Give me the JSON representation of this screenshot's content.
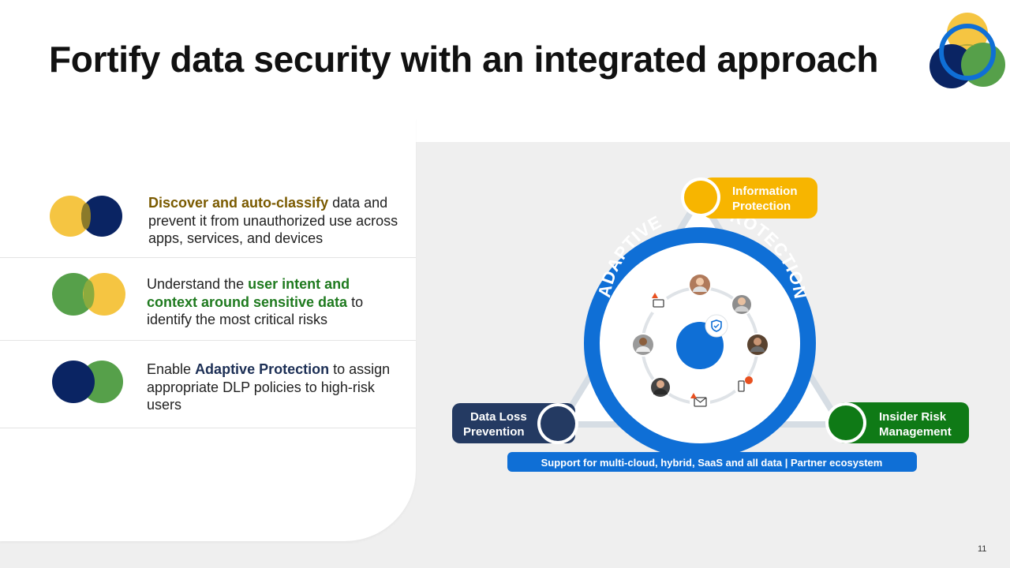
{
  "title": "Fortify data security with an integrated approach",
  "colors": {
    "gold": "#f5c542",
    "navy": "#0a2463",
    "green": "#56a04a",
    "blue": "#0f6fd6",
    "dark_navy": "#243a62",
    "insider_green": "#0f7a16",
    "info_gold": "#f7b500"
  },
  "points": [
    {
      "icon": "gold-navy-venn-icon",
      "highlight": "Discover and auto-classify",
      "rest": " data and prevent it from unauthorized use across apps, services, and devices"
    },
    {
      "icon": "green-gold-venn-icon",
      "lead": "Understand the ",
      "highlight": "user intent and context around sensitive data",
      "rest": " to identify the most critical risks"
    },
    {
      "icon": "navy-green-venn-icon",
      "lead": "Enable ",
      "highlight": "Adaptive Protection",
      "rest": " to assign appropriate DLP policies to high-risk users"
    }
  ],
  "diagram": {
    "ring_text_left": "ADAPTIVE",
    "ring_text_right": "PROTECTION",
    "nodes": {
      "top": [
        "Information",
        "Protection"
      ],
      "left": [
        "Data Loss",
        "Prevention"
      ],
      "right": [
        "Insider Risk",
        "Management"
      ]
    },
    "banner": "Support for multi-cloud, hybrid, SaaS and all data | Partner ecosystem"
  },
  "page_number": "11"
}
